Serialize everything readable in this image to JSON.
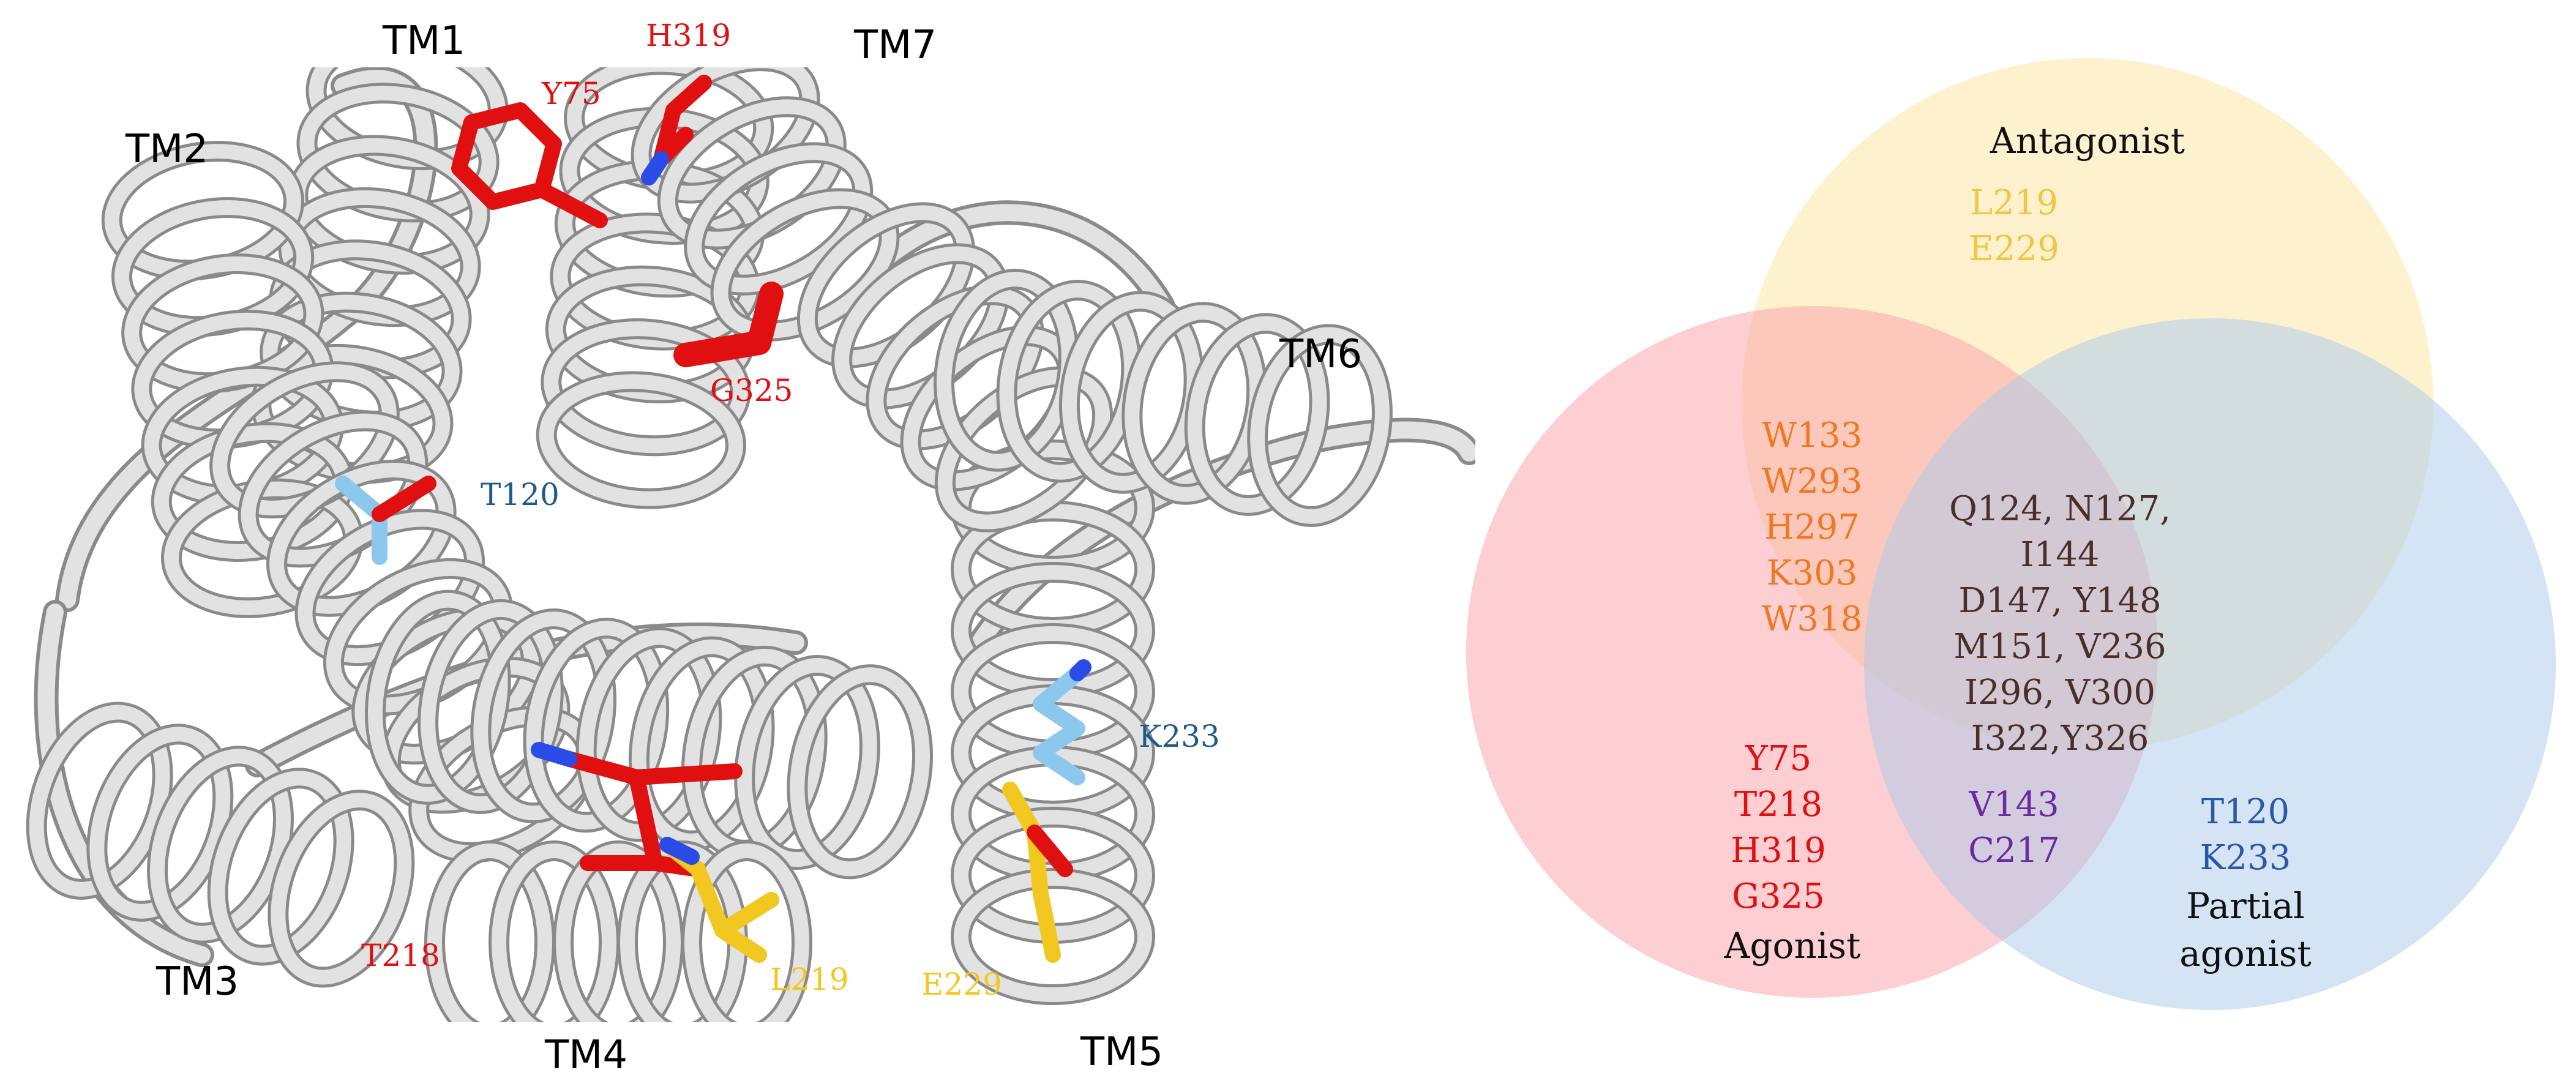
{
  "structure_panel": {
    "helix_labels": [
      "TM1",
      "TM2",
      "TM3",
      "TM4",
      "TM5",
      "TM6",
      "TM7"
    ],
    "residues": [
      {
        "label": "Y75",
        "group": "agonist"
      },
      {
        "label": "H319",
        "group": "agonist"
      },
      {
        "label": "G325",
        "group": "agonist"
      },
      {
        "label": "T218",
        "group": "agonist"
      },
      {
        "label": "T120",
        "group": "partial"
      },
      {
        "label": "K233",
        "group": "partial"
      },
      {
        "label": "L219",
        "group": "antagonist"
      },
      {
        "label": "E229",
        "group": "antagonist"
      }
    ]
  },
  "venn": {
    "sets": {
      "antagonist": {
        "label": "Antagonist",
        "fill": "#fde7ad"
      },
      "agonist": {
        "label": "Agonist",
        "fill": "#fca5ad"
      },
      "partial": {
        "label": "Partial agonist",
        "line1": "Partial",
        "line2": "agonist",
        "fill": "#a9c9ec"
      }
    },
    "regions": {
      "antagonist_only": [
        "L219",
        "E229"
      ],
      "agonist_antagonist": [
        "W133",
        "W293",
        "H297",
        "K303",
        "W318"
      ],
      "all_three": [
        "Q124, N127,",
        "I144",
        "D147, Y148",
        "M151, V236",
        "I296, V300",
        "I322,Y326"
      ],
      "agonist_only": [
        "Y75",
        "T218",
        "H319",
        "G325"
      ],
      "agonist_partial": [
        "V143",
        "C217"
      ],
      "partial_only": [
        "T120",
        "K233"
      ]
    }
  },
  "colors": {
    "agonist": "#e01010",
    "partial": "#1f5a8c",
    "antagonist": "#f2c820",
    "overlap_agonist_antagonist": "#f07820",
    "overlap_all": "#4a2e28",
    "overlap_agonist_partial": "#6a2aa0",
    "partial_only_text": "#2a58a8",
    "antagonist_only_text": "#f2c640",
    "set_label": "#111111",
    "helix_label": "#000000",
    "ribbon": "#e2e2e2",
    "ribbon_edge": "#8a8a8a",
    "stick_blue": "#2b4be8",
    "stick_lightblue": "#8cc8ee"
  }
}
